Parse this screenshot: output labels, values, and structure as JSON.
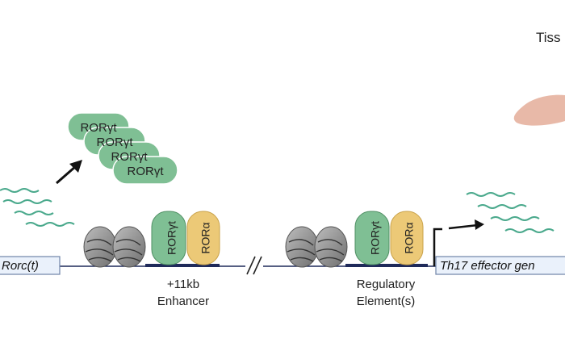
{
  "title_fragment": "Tiss",
  "genes": {
    "rorc": "Rorc(t)",
    "effector": "Th17 effector gen"
  },
  "proteins": {
    "rorgt": "RORγt",
    "rora": "RORα"
  },
  "protein_stack": [
    "RORγt",
    "RORγt",
    "RORγt",
    "RORγt"
  ],
  "sites": {
    "enhancer_line1": "+11kb",
    "enhancer_line2": "Enhancer",
    "regulatory_line1": "Regulatory",
    "regulatory_line2": "Element(s)"
  },
  "colors": {
    "rorgt_fill": "#7fbf94",
    "rorgt_stroke": "#4f8f63",
    "rora_fill": "#ecc977",
    "rora_stroke": "#c9a24a",
    "rna_wave": "#4aa98c",
    "nucleosome": "#8f8f8f",
    "dna_line": "#1f2a5a",
    "gene_box_fill": "#eaf1fb",
    "gene_box_stroke": "#6f84a8",
    "tissue_shape": "#e8b9a8"
  }
}
